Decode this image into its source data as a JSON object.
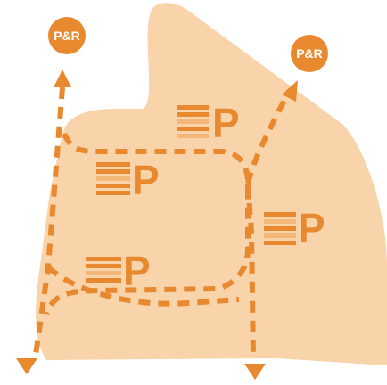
{
  "colors": {
    "area_fill": "#f9d3a9",
    "accent": "#e8892f",
    "accent_light": "#f3b77a",
    "badge_text": "#ffffff",
    "background": "#ffffff"
  },
  "park_and_ride": {
    "left_label": "P&R",
    "right_label": "P&R"
  },
  "parking_signs": [
    {
      "letter": "P"
    },
    {
      "letter": "P"
    },
    {
      "letter": "P"
    },
    {
      "letter": "P"
    }
  ],
  "icons": {
    "badge": "park-and-ride-badge",
    "parking": "parking-sign-icon",
    "arrow": "arrow-head-icon"
  }
}
